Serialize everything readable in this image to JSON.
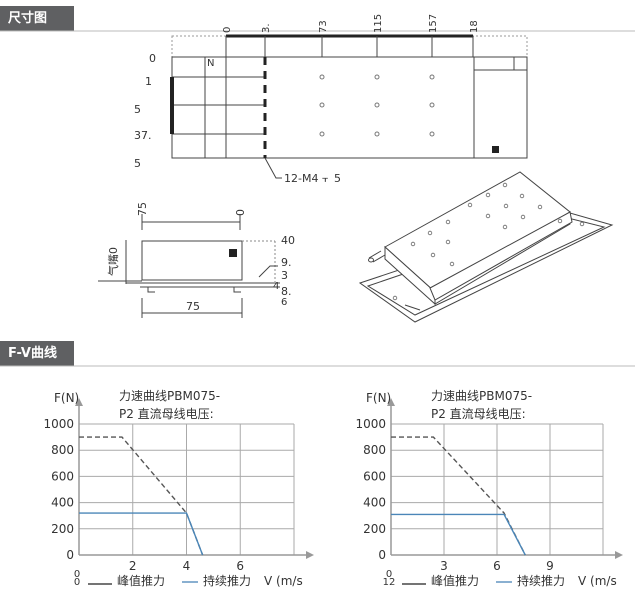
{
  "sections": {
    "dimensions_title": "尺寸图",
    "fv_title": "F-V曲线"
  },
  "top_drawing": {
    "top_ticks": [
      "0",
      "3.",
      "73",
      "115",
      "157",
      "18"
    ],
    "left_ticks": [
      "0",
      "1",
      "5",
      "37.",
      "5"
    ],
    "n_mark": "N",
    "callout": "12-M4",
    "callout_depth_symbol": "⫟",
    "callout_depth": "5"
  },
  "side_drawing": {
    "top_labels": [
      "75",
      "0"
    ],
    "left_label": "气嘴0",
    "right_labels": [
      "40",
      "9.",
      "3",
      "4",
      "8.",
      "6"
    ],
    "bottom_label": "75"
  },
  "charts_legend": {
    "peak": "峰值推力",
    "continuous": "持续推力",
    "velocity": "V (m/s"
  },
  "chart_data": [
    {
      "type": "line",
      "title": "力速曲线PBM075-",
      "subtitle": "P2 直流母线电压:",
      "ylabel": "F(N)",
      "ylim": [
        0,
        1000
      ],
      "yticks": [
        "1000",
        "800",
        "600",
        "400",
        "200",
        "0"
      ],
      "xlim": [
        0,
        8
      ],
      "xticks": [
        "2",
        "4",
        "6"
      ],
      "x_origin_label": "0",
      "x_cut_label": "0",
      "series": [
        {
          "name": "峰值推力",
          "style": "dashed",
          "color": "#555555",
          "points": [
            [
              0,
              900
            ],
            [
              1.6,
              900
            ],
            [
              4.0,
              320
            ],
            [
              4.6,
              0
            ]
          ]
        },
        {
          "name": "持续推力",
          "style": "solid",
          "color": "#4a86b8",
          "points": [
            [
              0,
              320
            ],
            [
              4.0,
              320
            ],
            [
              4.6,
              0
            ]
          ]
        }
      ]
    },
    {
      "type": "line",
      "title": "力速曲线PBM075-",
      "subtitle": "P2 直流母线电压:",
      "ylabel": "F(N)",
      "ylim": [
        0,
        1000
      ],
      "yticks": [
        "1000",
        "800",
        "600",
        "400",
        "200",
        "0"
      ],
      "xlim": [
        0,
        12
      ],
      "xticks": [
        "3",
        "6",
        "9"
      ],
      "x_origin_label": "0",
      "x_cut_label": "12",
      "series": [
        {
          "name": "峰值推力",
          "style": "dashed",
          "color": "#555555",
          "points": [
            [
              0,
              900
            ],
            [
              2.4,
              900
            ],
            [
              6.4,
              320
            ],
            [
              7.6,
              0
            ]
          ]
        },
        {
          "name": "持续推力",
          "style": "solid",
          "color": "#4a86b8",
          "points": [
            [
              0,
              310
            ],
            [
              6.4,
              310
            ],
            [
              7.6,
              0
            ]
          ]
        }
      ]
    }
  ]
}
